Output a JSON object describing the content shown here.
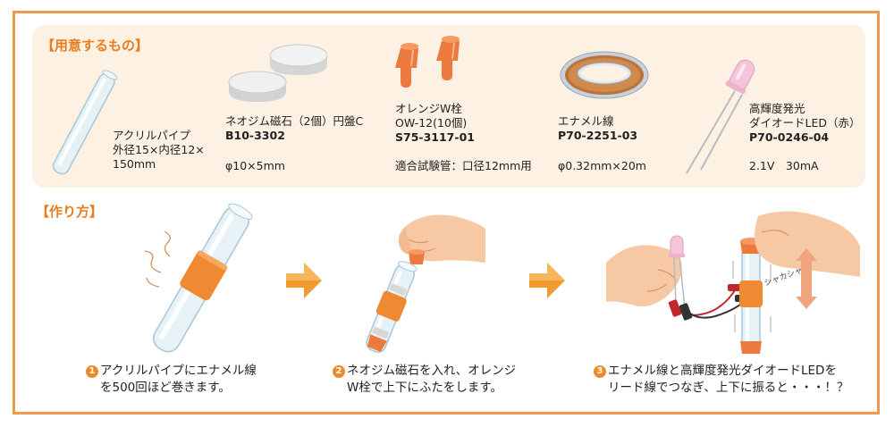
{
  "materials": {
    "title": "【用意するもの】",
    "items": [
      {
        "name": [
          "アクリルパイプ",
          "外径15×内径12×",
          "150mm"
        ],
        "code": "",
        "spec": ""
      },
      {
        "name": [
          "ネオジム磁石（2個）円盤C"
        ],
        "code": "B10-3302",
        "spec": "φ10×5mm"
      },
      {
        "name": [
          "オレンジW栓",
          "OW-12(10個)"
        ],
        "code": "S75-3117-01",
        "spec": "適合試験管：口径12mm用"
      },
      {
        "name": [
          "エナメル線"
        ],
        "code": "P70-2251-03",
        "spec": "φ0.32mm×20m"
      },
      {
        "name": [
          "高輝度発光",
          "ダイオードLED（赤）"
        ],
        "code": "P70-0246-04",
        "spec": "2.1V　30mA"
      }
    ]
  },
  "steps": {
    "title": "【作り方】",
    "items": [
      {
        "number": "1",
        "lines": [
          "アクリルパイプにエナメル線",
          "を500回ほど巻きます。"
        ]
      },
      {
        "number": "2",
        "lines": [
          "ネオジム磁石を入れ、オレンジ",
          "W栓で上下にふたをします。"
        ]
      },
      {
        "number": "3",
        "lines": [
          "エナメル線と高輝度発光ダイオードLEDを",
          "リード線でつなぎ、上下に振ると・・・！？"
        ]
      }
    ],
    "shake_label": "シャカシャカ"
  },
  "colors": {
    "accent": "#e97c20",
    "frame": "#ef9a4a",
    "panel": "#fdf1e4",
    "orange_part": "#ec7a3e",
    "skin": "#f6c9a4"
  }
}
